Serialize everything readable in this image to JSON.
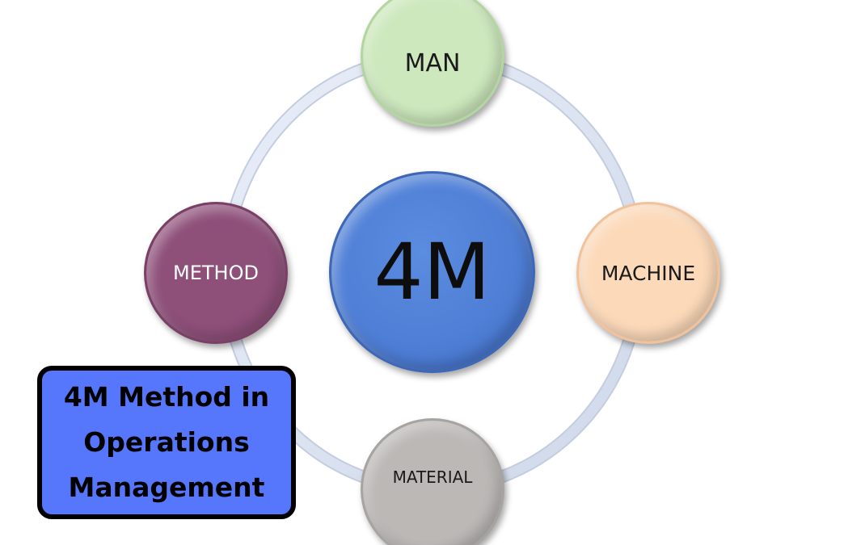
{
  "diagram": {
    "center": {
      "label": "4M",
      "color": "#4f7fd6"
    },
    "nodes": [
      {
        "id": "man",
        "label": "MAN",
        "color": "#cde8bd"
      },
      {
        "id": "machine",
        "label": "MACHINE",
        "color": "#fcd9b9"
      },
      {
        "id": "material",
        "label": "MATERIAL",
        "color": "#bbb8b6"
      },
      {
        "id": "method",
        "label": "METHOD",
        "color": "#8e4f79"
      }
    ],
    "ring_color": "#dde4f1"
  },
  "title_box": {
    "lines": [
      "4M Method in",
      "Operations",
      "Management"
    ],
    "background": "#5676fb"
  }
}
